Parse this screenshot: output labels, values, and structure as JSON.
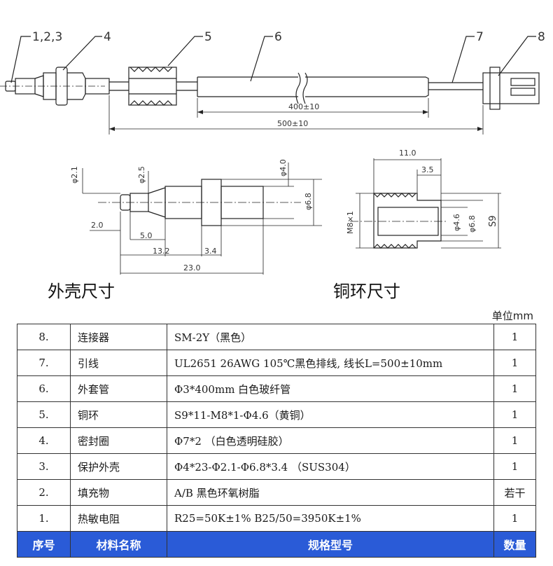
{
  "top_drawing": {
    "callouts": [
      "1,2,3",
      "4",
      "5",
      "6",
      "7",
      "8"
    ],
    "dim_400": "400±10",
    "dim_500": "500±10"
  },
  "shell_drawing": {
    "d_tip": "φ2.1",
    "d_mid": "φ2.5",
    "d_body": "φ4.0",
    "d_ring": "φ6.8",
    "len_tip": "2.0",
    "len_a": "5.0",
    "len_b": "13.2",
    "len_ring": "3.4",
    "len_total": "23.0",
    "caption": "外壳尺寸"
  },
  "ring_drawing": {
    "width": "11.0",
    "hex": "3.5",
    "thread": "M8×1",
    "bore": "φ4.6",
    "od": "φ6.8",
    "across": "S9",
    "caption": "铜环尺寸"
  },
  "unit_label": "单位mm",
  "table": {
    "headers": [
      "序号",
      "材料名称",
      "规格型号",
      "数量"
    ],
    "rows": [
      {
        "no": "8.",
        "name": "连接器",
        "spec": "SM-2Y（黑色）",
        "qty": "1"
      },
      {
        "no": "7.",
        "name": "引线",
        "spec": "UL2651 26AWG 105℃黑色排线, 线长L=500±10mm",
        "qty": "1"
      },
      {
        "no": "6.",
        "name": "外套管",
        "spec": "Φ3*400mm 白色玻纤管",
        "qty": "1"
      },
      {
        "no": "5.",
        "name": "铜环",
        "spec": "S9*11-M8*1-Φ4.6（黄铜）",
        "qty": "1"
      },
      {
        "no": "4.",
        "name": "密封圈",
        "spec": "Φ7*2 （白色透明硅胶）",
        "qty": "1"
      },
      {
        "no": "3.",
        "name": "保护外壳",
        "spec": "Φ4*23-Φ2.1-Φ6.8*3.4 （SUS304）",
        "qty": "1"
      },
      {
        "no": "2.",
        "name": "填充物",
        "spec": "A/B 黑色环氧树脂",
        "qty": "若干"
      },
      {
        "no": "1.",
        "name": "热敏电阻",
        "spec": "R25=50K±1%   B25/50=3950K±1%",
        "qty": "1"
      }
    ]
  }
}
